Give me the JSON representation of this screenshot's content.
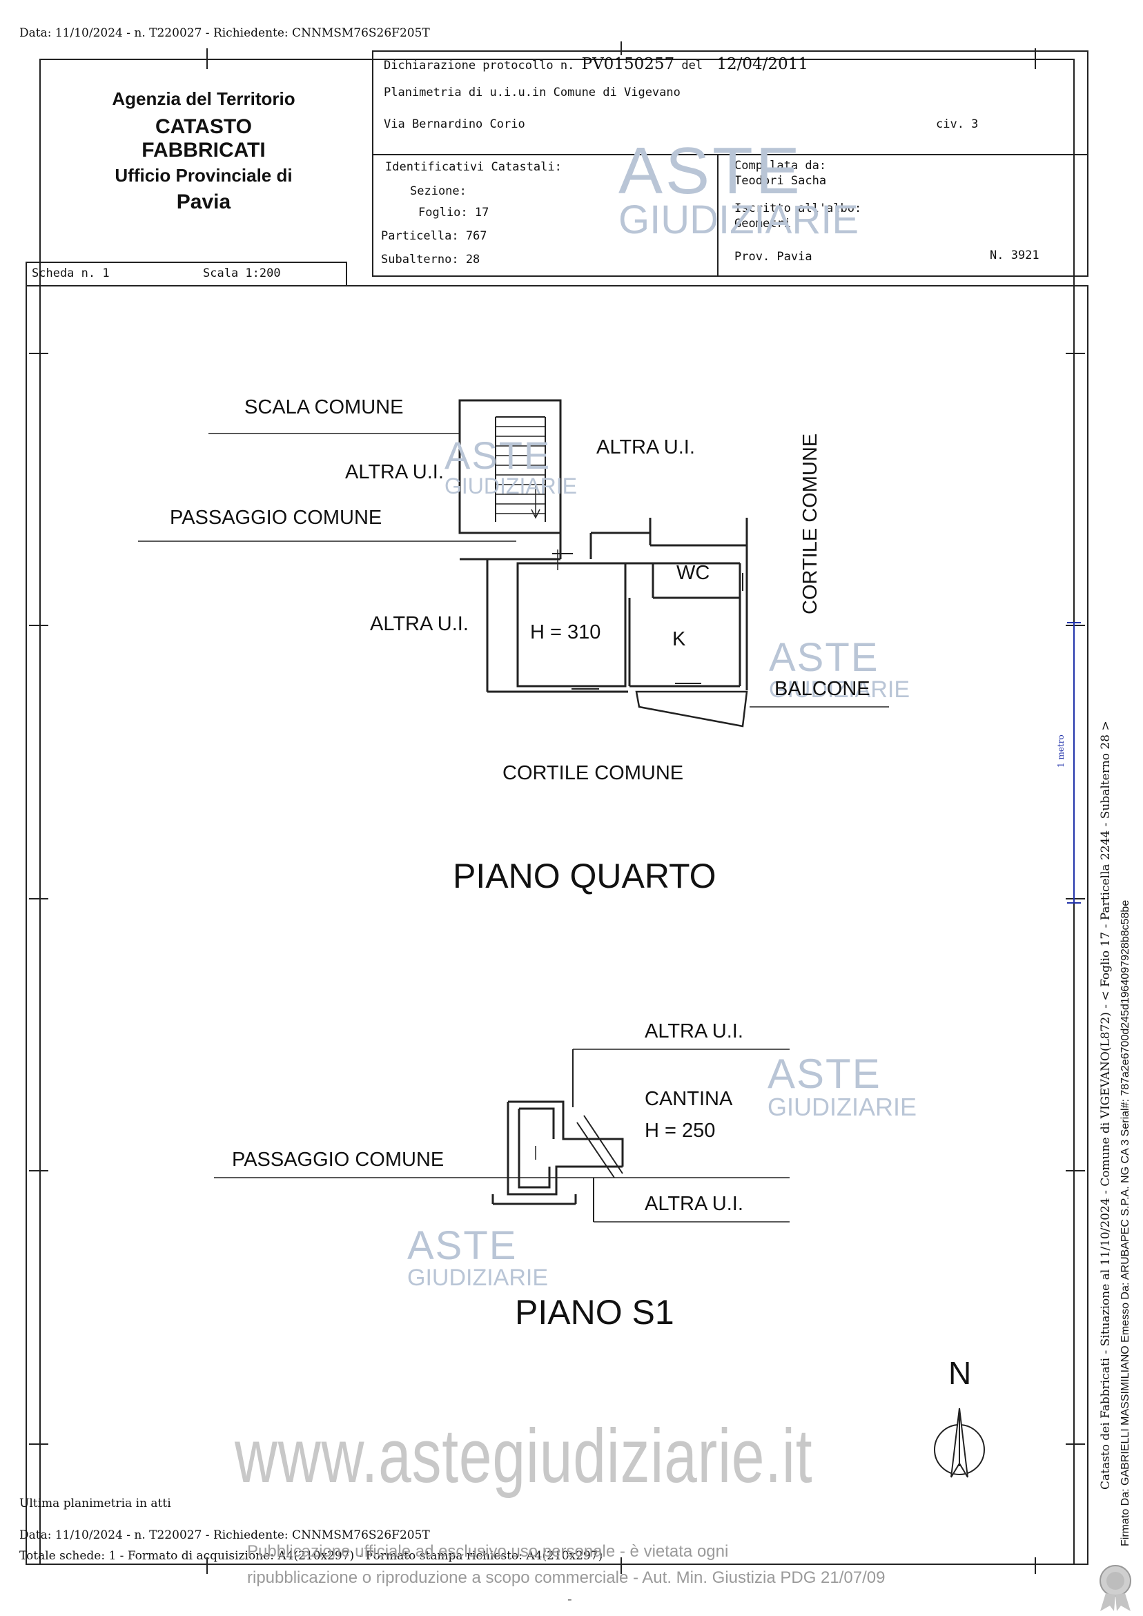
{
  "top_line": "Data: 11/10/2024 - n. T220027 - Richiedente: CNNMSM76S26F205T",
  "agency": {
    "line1": "Agenzia del Territorio",
    "line2": "CATASTO FABBRICATI",
    "line3": "Ufficio Provinciale di",
    "line4": "Pavia"
  },
  "header": {
    "decl_label": "Dichiarazione protocollo n.",
    "decl_number": "PV0150257",
    "decl_del": "del",
    "decl_date": "12/04/2011",
    "planimetria": "Planimetria di u.i.u.in Comune di Vigevano",
    "street": "Via Bernardino Corio",
    "civ": "civ. 3"
  },
  "identificativi": {
    "title": "Identificativi Catastali:",
    "sezione": "Sezione:",
    "foglio": "Foglio: 17",
    "particella": "Particella: 767",
    "subalterno": "Subalterno: 28"
  },
  "compilata": {
    "label": "Compilata da:",
    "name": "Teodori Sacha",
    "iscritto": "Iscritto all'albo:",
    "albo": "Geometri",
    "prov": "Prov. Pavia",
    "numero": "N. 3921"
  },
  "scheda": {
    "scheda": "Scheda n. 1",
    "scala": "Scala 1:200"
  },
  "plan_labels": {
    "scala_comune": "SCALA COMUNE",
    "altra_ui_1": "ALTRA U.I.",
    "altra_ui_2": "ALTRA U.I.",
    "passaggio_comune": "PASSAGGIO COMUNE",
    "altra_ui_3": "ALTRA U.I.",
    "cortile_comune_v": "CORTILE COMUNE",
    "wc": "WC",
    "h310": "H = 310",
    "k": "K",
    "balcone": "BALCONE",
    "cortile_comune": "CORTILE COMUNE",
    "piano_quarto": "PIANO QUARTO",
    "s1_altra_ui_top": "ALTRA U.I.",
    "cantina": "CANTINA",
    "h250": "H = 250",
    "s1_passaggio": "PASSAGGIO COMUNE",
    "s1_altra_ui_bottom": "ALTRA U.I.",
    "piano_s1": "PIANO S1",
    "north": "N"
  },
  "watermark": {
    "aste": "ASTE",
    "giudiziarie": "GIUDIZIARIE",
    "site": "www.astegiudiziarie.it",
    "notice_line1": "Pubblicazione ufficiale ad esclusivo uso personale - è vietata ogni",
    "notice_line2": "ripubblicazione o riproduzione a scopo commerciale - Aut. Min. Giustizia PDG 21/07/09"
  },
  "side": {
    "line1": "Catasto dei Fabbricati - Situazione al 11/10/2024 - Comune di VIGEVANO(L872) - < Foglio 17 - Particella 2244 - Subalterno 28 >",
    "line2": "Firmato Da: GABRIELLI MASSIMILIANO Emesso Da: ARUBAPEC S.P.A. NG CA 3 Serial#: 787a2e6700d245d1964097928b8c58be",
    "scale_mark": "1 metro"
  },
  "footer": {
    "ultima": "Ultima planimetria in atti",
    "data_line": "Data: 11/10/2024 - n. T220027 - Richiedente: CNNMSM76S26F205T",
    "totale": "Totale schede: 1 - Formato di acquisizione: A4(210x297) - Formato stampa richiesto: A4(210x297)",
    "dash": "-"
  }
}
